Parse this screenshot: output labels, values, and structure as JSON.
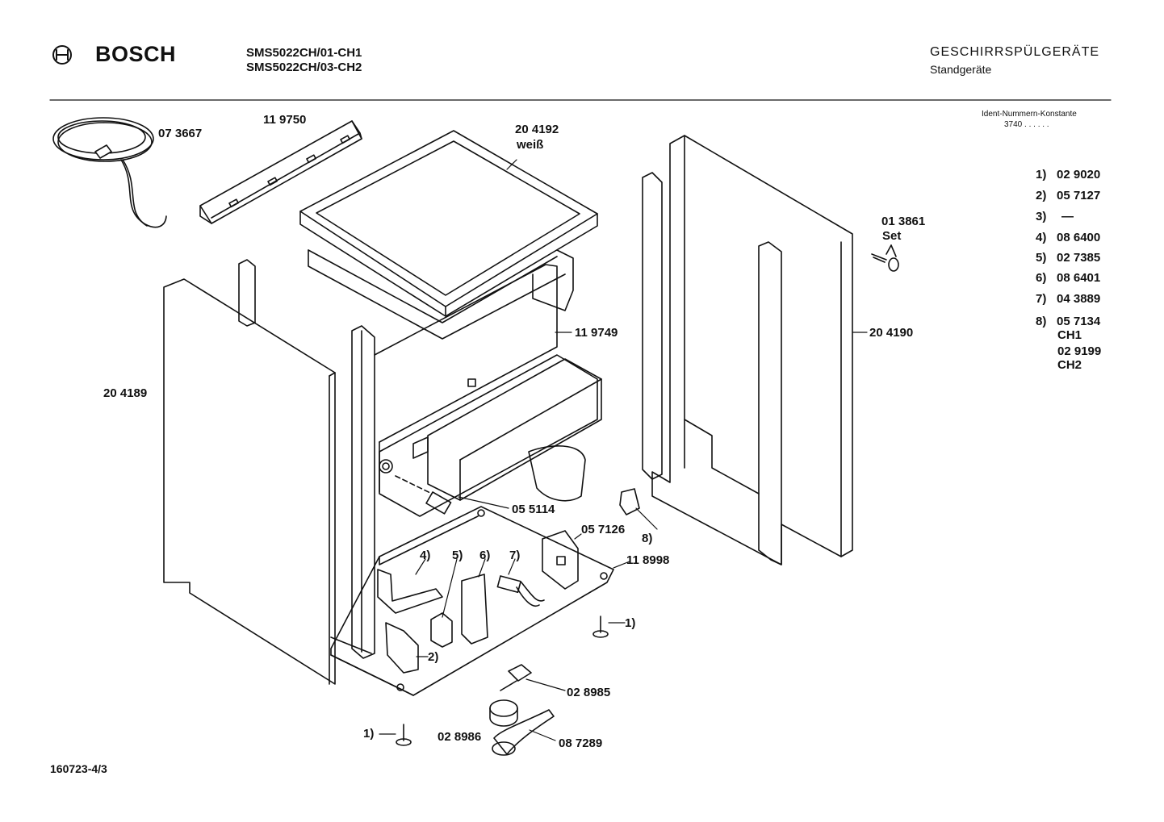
{
  "header": {
    "brand": "BOSCH",
    "models": [
      "SMS5022CH/01-CH1",
      "SMS5022CH/03-CH2"
    ],
    "category": "GESCHIRRSPÜLGERÄTE",
    "subcategory": "Standgeräte",
    "ident_title": "Ident-Nummern-Konstante",
    "ident_value": "3740  . .   . . . ."
  },
  "parts": {
    "power_cord": "07 3667",
    "rail": "11 9750",
    "top_panel": "20 4192",
    "top_panel_color": "weiß",
    "set_number": "01 3861",
    "set_label": "Set",
    "bracket": "11 9749",
    "right_frame": "20 4190",
    "left_panel": "20 4189",
    "cap": "05 5114",
    "holder": "05 7126",
    "base": "11 8998",
    "switch": "02 8985",
    "float": "02 8986",
    "float_arm": "08 7289"
  },
  "callouts": {
    "c1": "1)",
    "c2": "2)",
    "c4": "4)",
    "c5": "5)",
    "c6": "6)",
    "c7": "7)",
    "c8": "8)"
  },
  "legend": [
    {
      "n": "1)",
      "v": "02 9020"
    },
    {
      "n": "2)",
      "v": "05 7127"
    },
    {
      "n": "3)",
      "v": "—"
    },
    {
      "n": "4)",
      "v": "08 6400"
    },
    {
      "n": "5)",
      "v": "02 7385"
    },
    {
      "n": "6)",
      "v": "08 6401"
    },
    {
      "n": "7)",
      "v": "04 3889"
    },
    {
      "n": "8)",
      "v": "05 7134"
    }
  ],
  "legend_extra": [
    "CH1",
    "02 9199",
    "CH2"
  ],
  "footer": "160723-4/3"
}
